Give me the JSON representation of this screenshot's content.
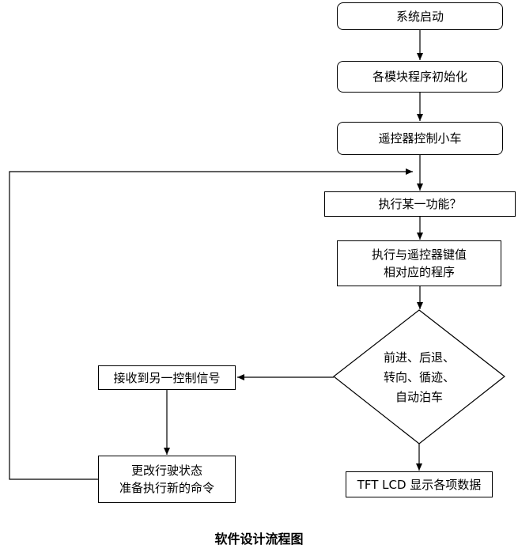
{
  "nodes": {
    "start": "系统启动",
    "init": "各模块程序初始化",
    "remote": "遥控器控制小车",
    "func_check": "执行某一功能？",
    "exec_program": "执行与遥控器键值\n相对应的程序",
    "decision": "前进、后退、\n转向、循迹、\n自动泊车",
    "display": "TFT LCD 显示各项数据",
    "receive_signal": "接收到另一控制信号",
    "change_state": "更改行驶状态\n准备执行新的命令"
  },
  "caption": "软件设计流程图",
  "colors": {
    "stroke": "#000000",
    "fill": "#ffffff"
  }
}
